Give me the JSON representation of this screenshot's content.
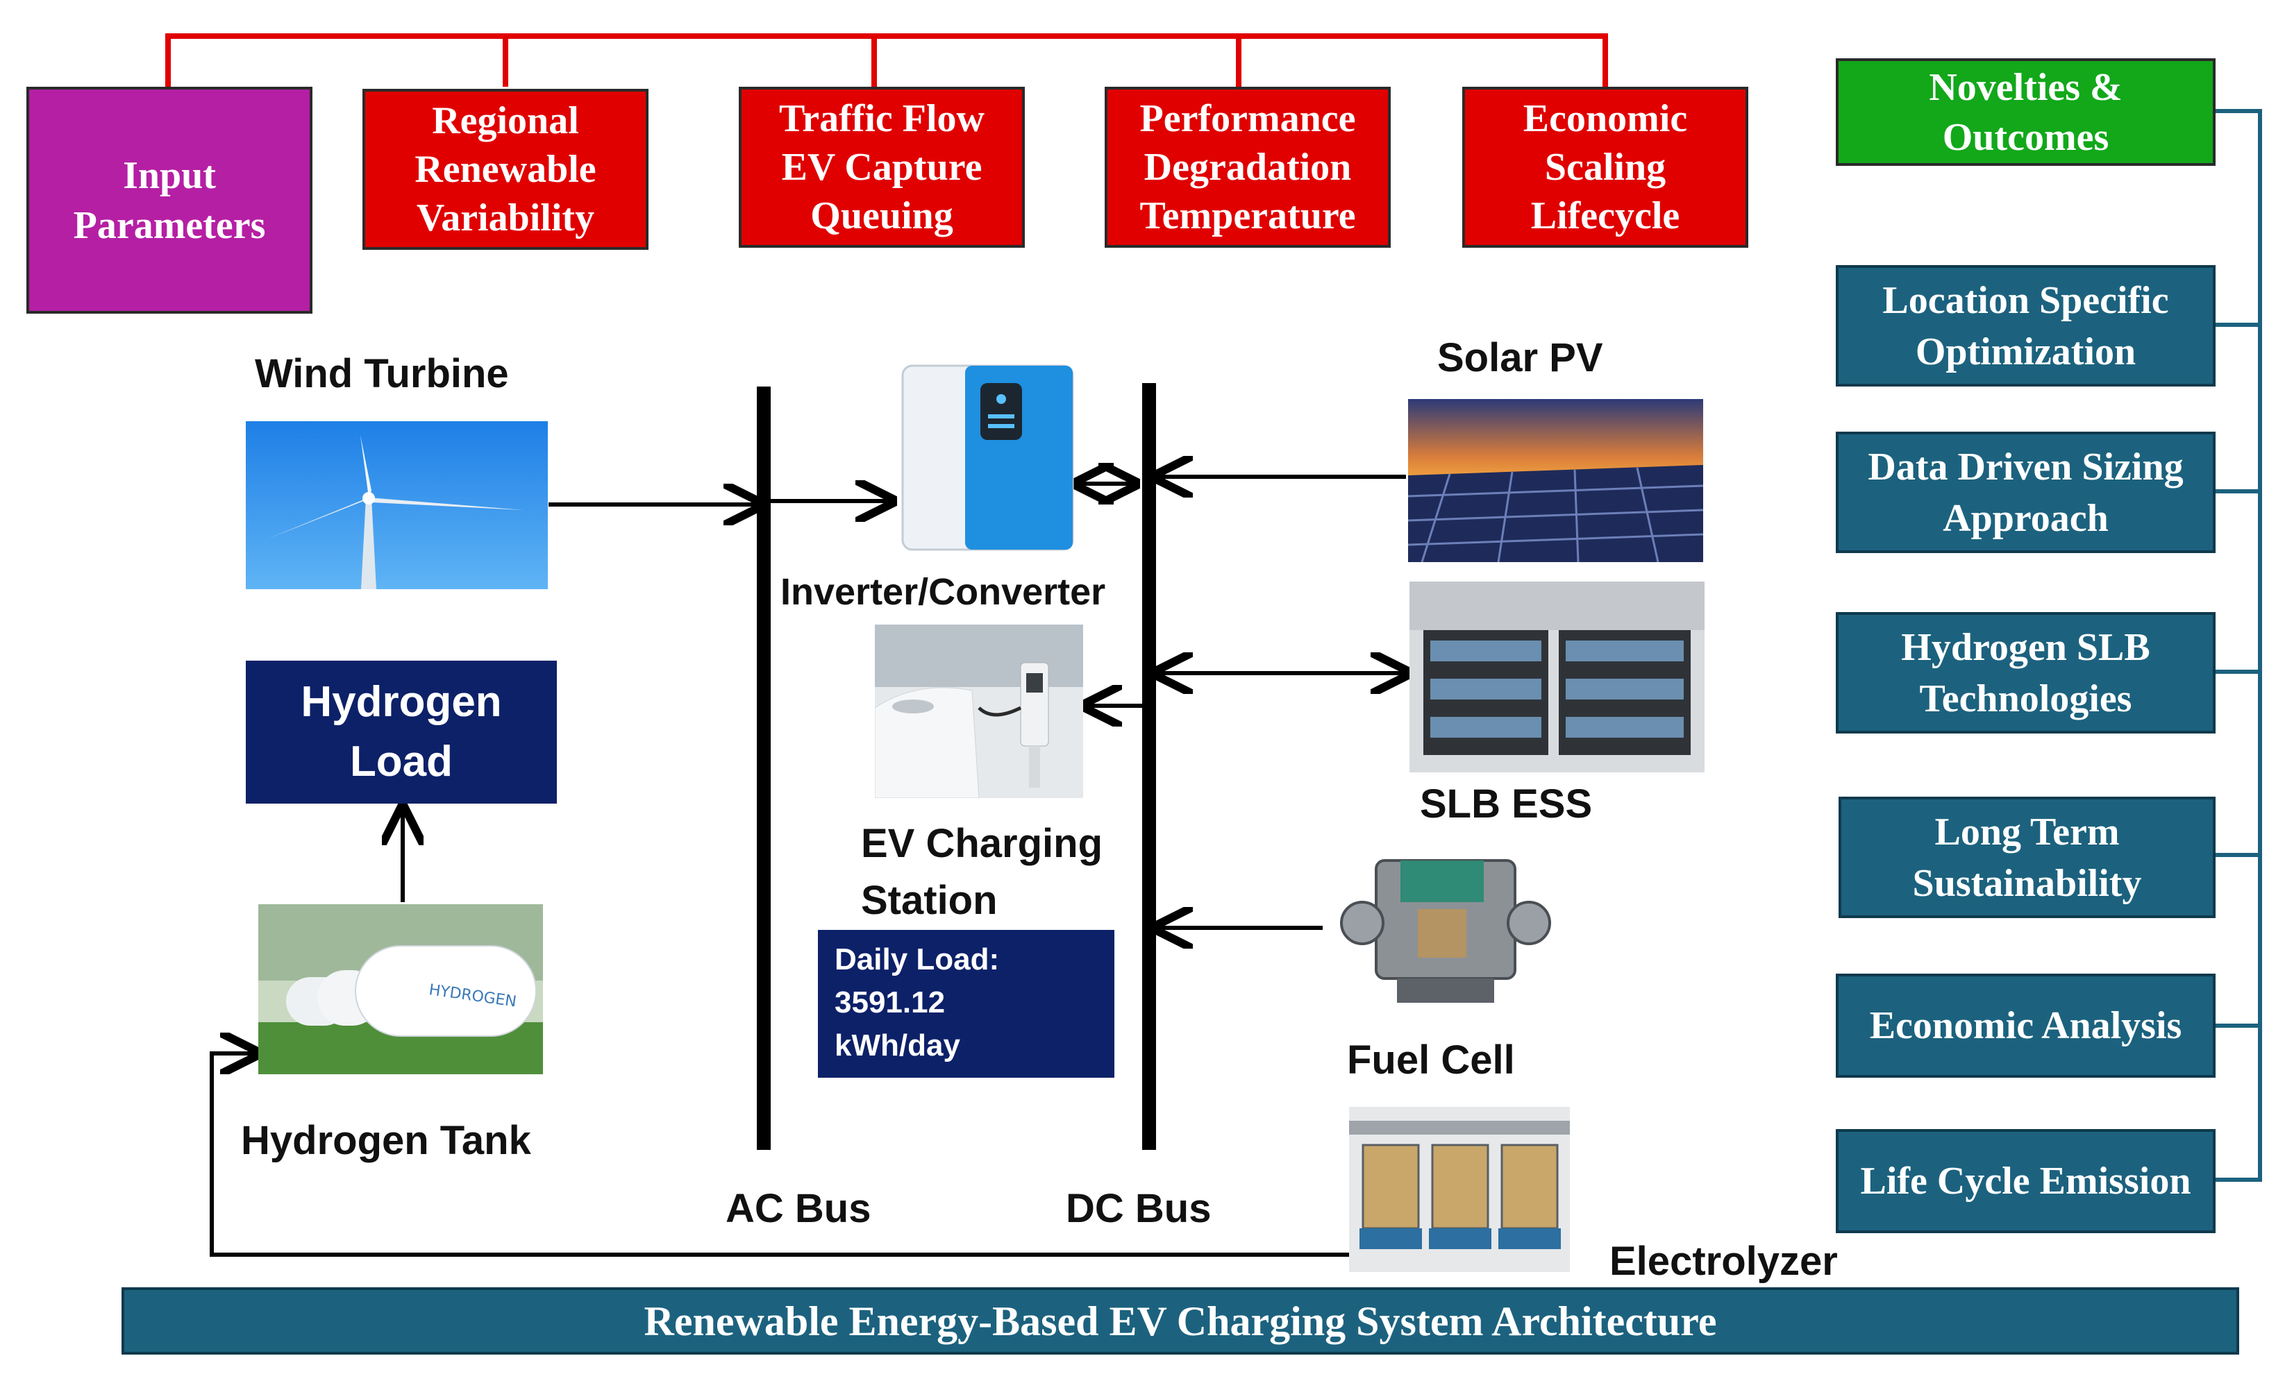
{
  "categories": {
    "input": "Input\nParameters",
    "regional": "Regional\nRenewable\nVariability",
    "traffic": "Traffic Flow\nEV Capture\nQueuing",
    "performance": "Performance\nDegradation\nTemperature",
    "economic": "Economic\nScaling\nLifecycle"
  },
  "novelties": {
    "header": "Novelties &\nOutcomes",
    "items": [
      "Location Specific\nOptimization",
      "Data Driven Sizing\nApproach",
      "Hydrogen SLB\nTechnologies",
      "Long Term\nSustainability",
      "Economic Analysis",
      "Life Cycle Emission"
    ]
  },
  "components": {
    "wind_turbine": "Wind Turbine",
    "hydrogen_load": "Hydrogen\nLoad",
    "hydrogen_tank": "Hydrogen Tank",
    "inverter": "Inverter/Converter",
    "ev_station": "EV Charging\nStation",
    "solar_pv": "Solar PV",
    "slb_ess": "SLB ESS",
    "fuel_cell": "Fuel Cell",
    "electrolyzer": "Electrolyzer",
    "ac_bus": "AC Bus",
    "dc_bus": "DC Bus"
  },
  "daily_load": {
    "label": "Daily Load:",
    "value": "3591.12",
    "unit": "kWh/day"
  },
  "footer": "Renewable Energy-Based EV Charging System Architecture",
  "colors": {
    "category_red": "#e00000",
    "input_purple": "#b51fa4",
    "novelty_green": "#12a81a",
    "outcome_teal": "#1c627e",
    "navy": "#0d2168",
    "bracket_red": "#e00000"
  }
}
